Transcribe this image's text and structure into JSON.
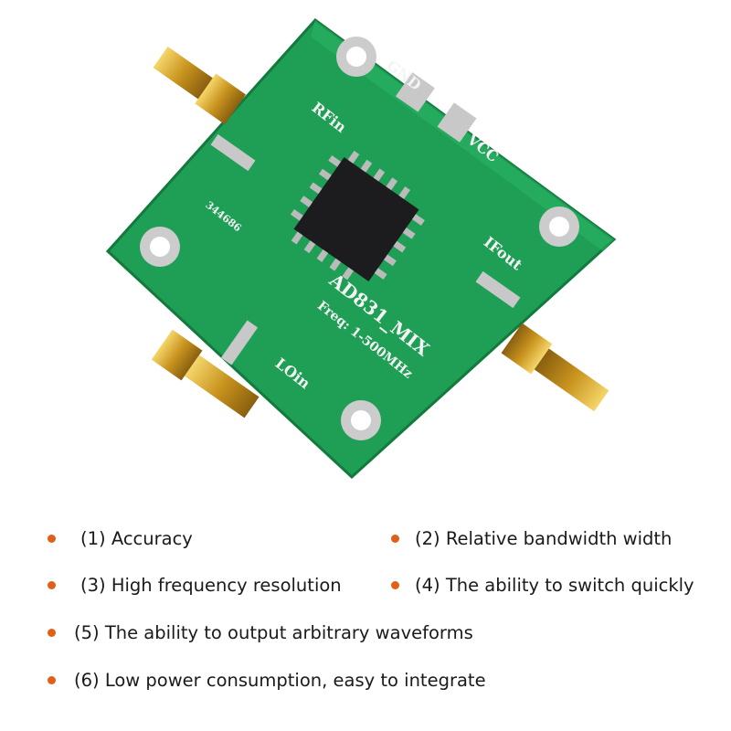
{
  "product": {
    "board_labels": {
      "gnd": "GND",
      "vcc": "VCC",
      "rf_in": "RFin",
      "if_out": "IFout",
      "lo_in": "LOin",
      "model": "AD831_MIX",
      "freq": "Freq: 1-500MHz",
      "serial": "344686"
    },
    "colors": {
      "pcb": "#1f9e55",
      "connector": "#d4a22a",
      "bullet": "#e0601a"
    }
  },
  "features": [
    {
      "label": "(1) Accuracy"
    },
    {
      "label": "(2) Relative bandwidth width"
    },
    {
      "label": "(3) High frequency resolution"
    },
    {
      "label": "(4) The ability to switch quickly"
    },
    {
      "label": "(5) The ability to output arbitrary waveforms"
    },
    {
      "label": "(6) Low power consumption, easy to integrate"
    }
  ]
}
